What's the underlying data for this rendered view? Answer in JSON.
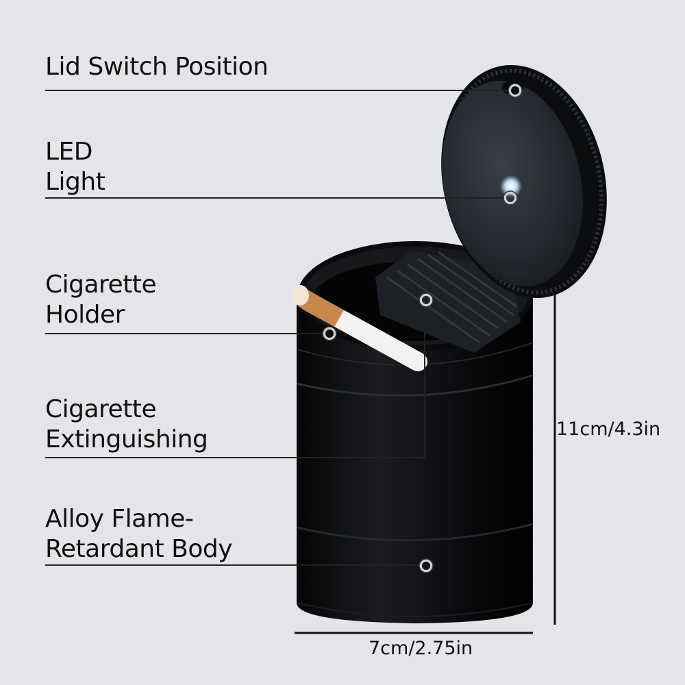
{
  "callouts": [
    {
      "id": "lid-switch",
      "lines": [
        "Lid Switch Position"
      ]
    },
    {
      "id": "led-light",
      "lines": [
        "LED",
        "Light"
      ]
    },
    {
      "id": "cigarette-holder",
      "lines": [
        "Cigarette",
        "Holder"
      ]
    },
    {
      "id": "cigarette-extinguishing",
      "lines": [
        "Cigarette",
        "Extinguishing"
      ]
    },
    {
      "id": "alloy-body",
      "lines": [
        "Alloy Flame-",
        "Retardant Body"
      ]
    }
  ],
  "dimensions": {
    "height": "11cm/4.3in",
    "width": "7cm/2.75in"
  },
  "colors": {
    "background": "#e3e5e8",
    "body": "#0d0e10",
    "lid": "#1e2126",
    "led": "#bfe3ff",
    "cigarette_filter": "#c9884a",
    "leader_line": "#222222"
  }
}
